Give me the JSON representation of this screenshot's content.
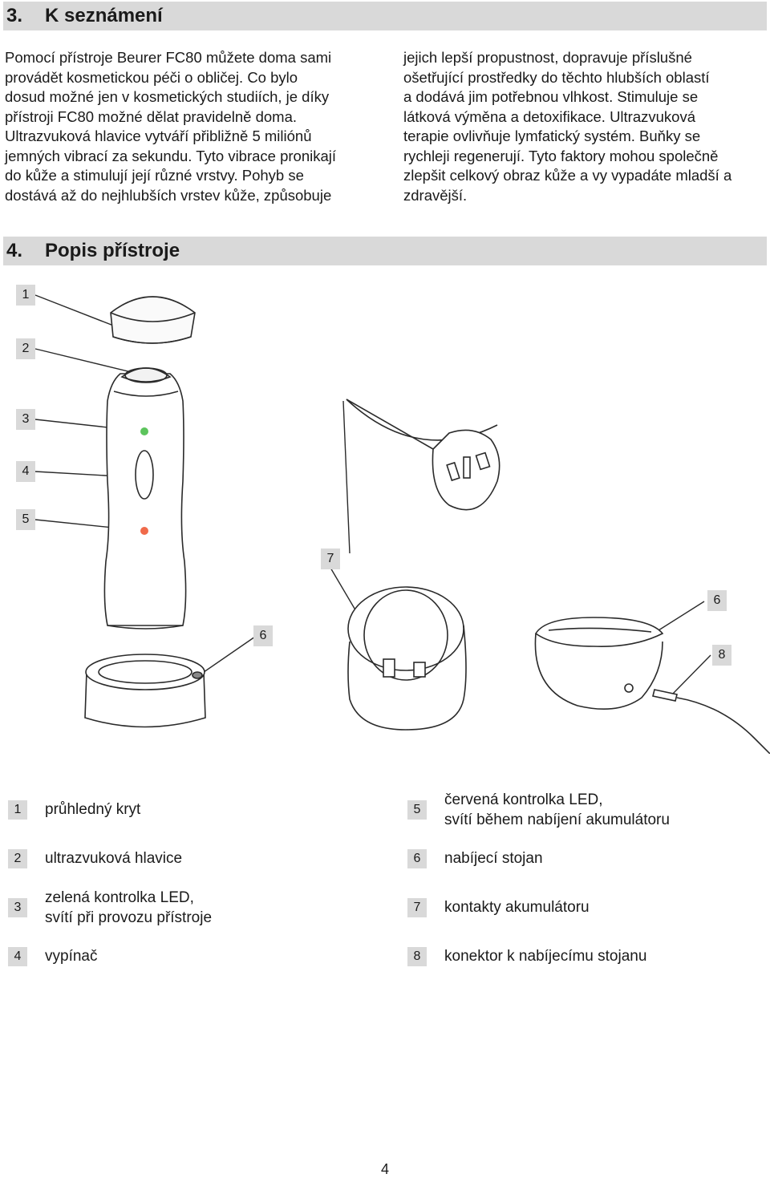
{
  "section3": {
    "number": "3.",
    "title": "K seznámení",
    "left_lines": [
      "Pomocí přístroje Beurer FC80 můžete doma sami",
      "provádět kosmetickou péči o obličej. Co bylo",
      "dosud možné jen v kosmetických studiích, je díky",
      "přístroji FC80 možné dělat pravidelně doma.",
      "Ultrazvuková hlavice vytváří přibližně 5 miliónů",
      "jemných vibrací za sekundu. Tyto vibrace pronikají",
      "do kůže a stimulují její různé vrstvy. Pohyb se",
      "dostává až do nejhlubších vrstev kůže, způsobuje"
    ],
    "right_lines": [
      "jejich lepší propustnost, dopravuje příslušné",
      "ošetřující prostředky do těchto hlubších oblastí",
      "a dodává jim potřebnou vlhkost. Stimuluje se",
      "látková výměna a detoxifikace. Ultrazvuková",
      "terapie ovlivňuje lymfatický systém. Buňky se",
      "rychleji regenerují. Tyto faktory mohou společně",
      "zlepšit celkový obraz kůže a vy vypadáte mladší a",
      "zdravější."
    ]
  },
  "section4": {
    "number": "4.",
    "title": "Popis přístroje"
  },
  "callouts": {
    "c1": "1",
    "c2": "2",
    "c3": "3",
    "c4": "4",
    "c5": "5",
    "c6a": "6",
    "c7": "7",
    "c6b": "6",
    "c8": "8"
  },
  "legend": {
    "left": [
      {
        "num": "1",
        "lines": [
          "průhledný kryt"
        ]
      },
      {
        "num": "2",
        "lines": [
          "ultrazvuková hlavice"
        ]
      },
      {
        "num": "3",
        "lines": [
          "zelená kontrolka LED,",
          "svítí při provozu přístroje"
        ]
      },
      {
        "num": "4",
        "lines": [
          "vypínač"
        ]
      }
    ],
    "right": [
      {
        "num": "5",
        "lines": [
          "červená kontrolka LED,",
          "svítí během nabíjení akumulátoru"
        ]
      },
      {
        "num": "6",
        "lines": [
          "nabíjecí stojan"
        ]
      },
      {
        "num": "7",
        "lines": [
          "kontakty akumulátoru"
        ]
      },
      {
        "num": "8",
        "lines": [
          "konektor k nabíjecímu stojanu"
        ]
      }
    ]
  },
  "page_number": "4",
  "colors": {
    "bar": "#d9d9d9",
    "led_green": "#5cc45c",
    "led_red": "#f06a4a",
    "line": "#2a2a2a"
  }
}
